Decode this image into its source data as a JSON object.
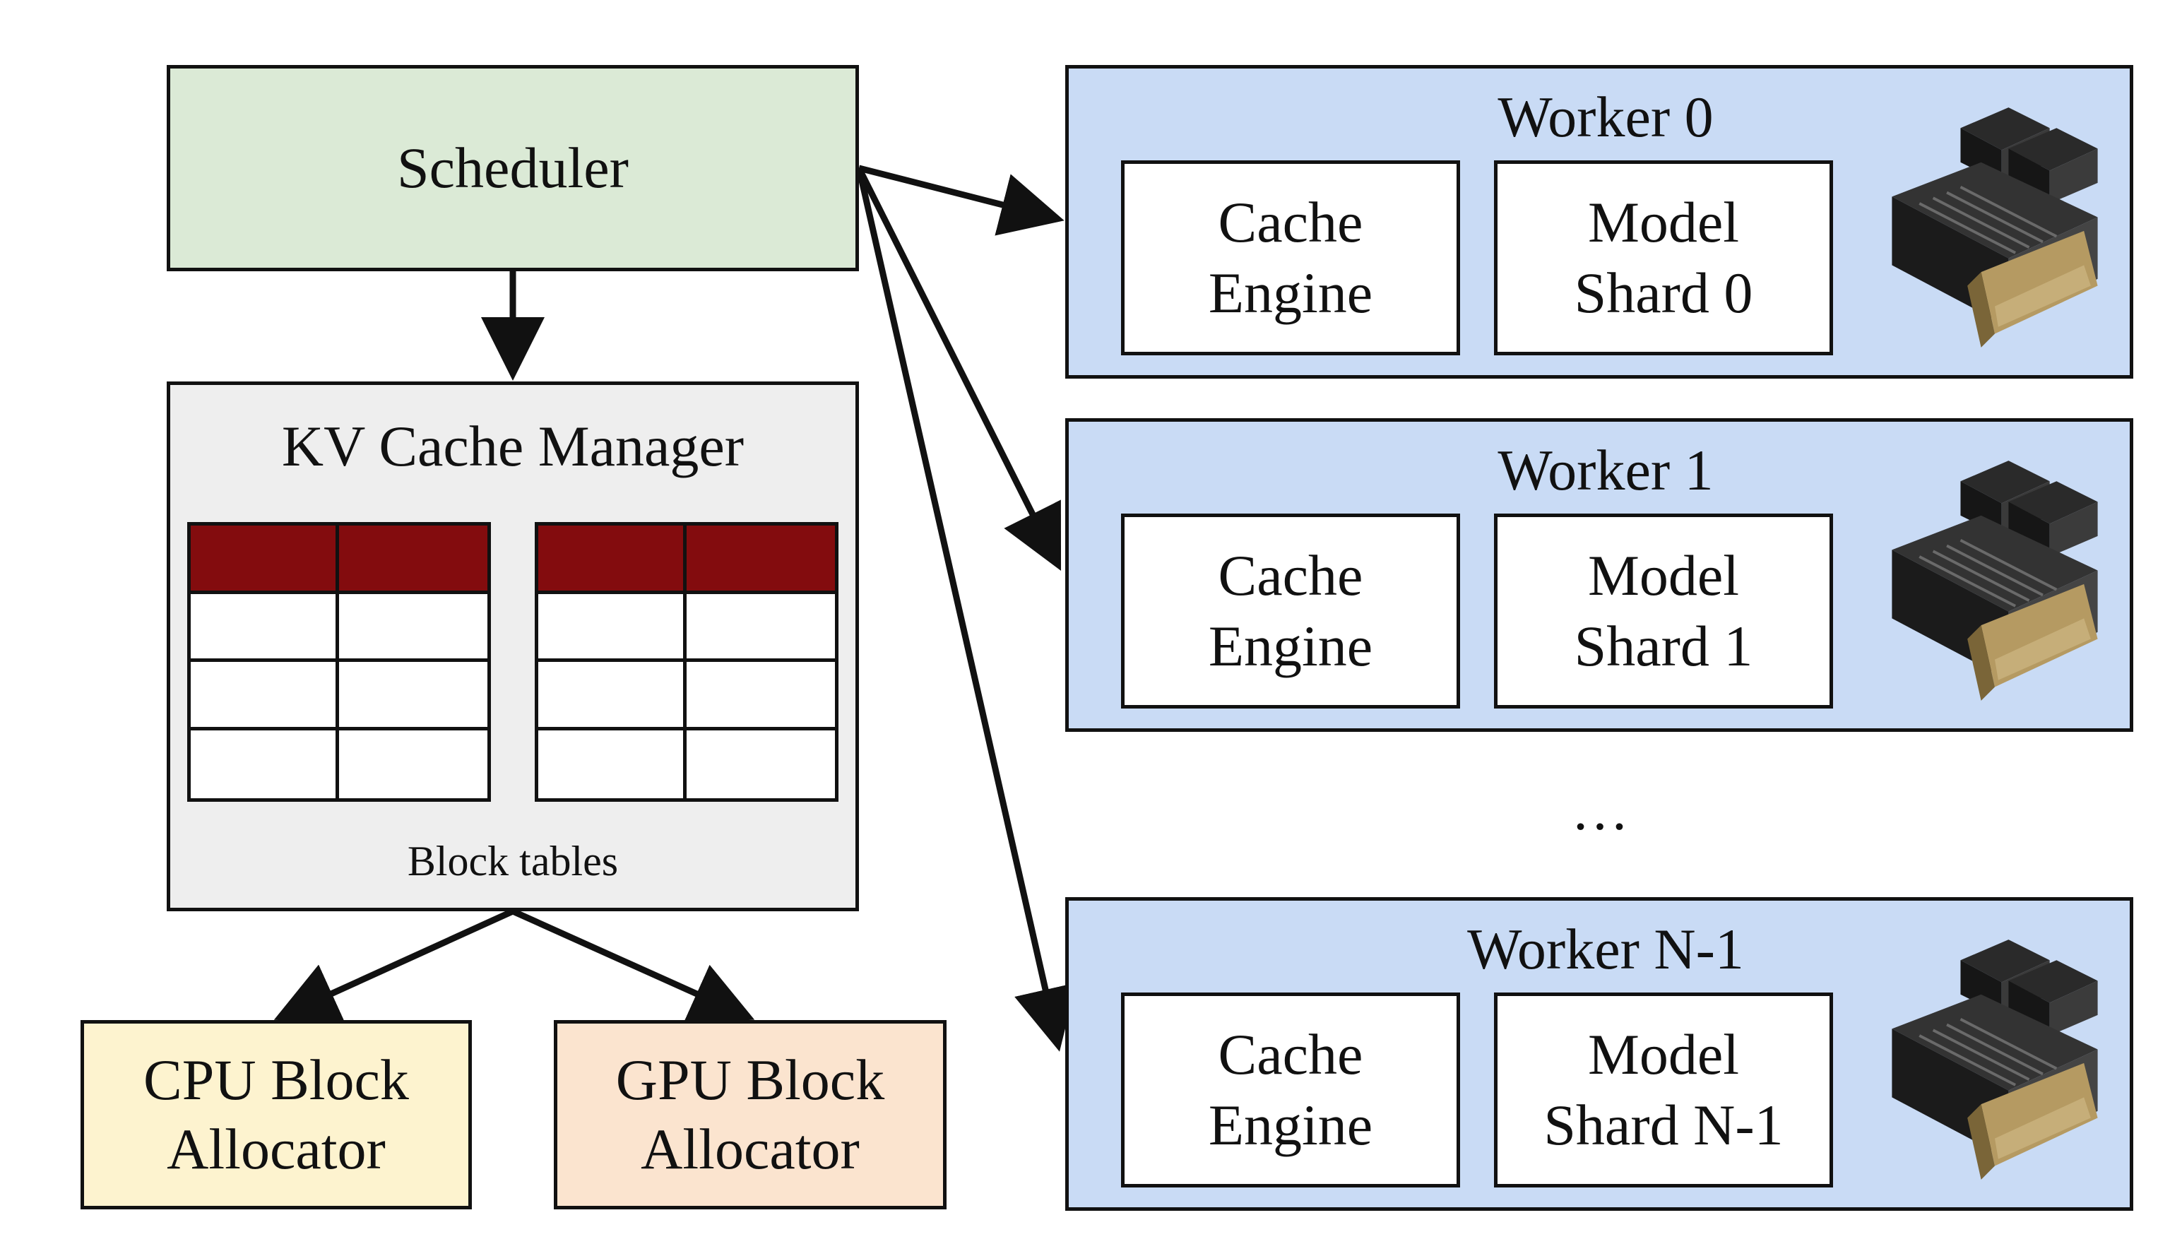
{
  "scheduler": {
    "label": "Scheduler"
  },
  "kv_cache_manager": {
    "title": "KV Cache Manager",
    "tables_label": "Block tables"
  },
  "allocators": [
    {
      "line1": "CPU Block",
      "line2": "Allocator",
      "color": "#fdf3cf"
    },
    {
      "line1": "GPU Block",
      "line2": "Allocator",
      "color": "#fbe4cf"
    }
  ],
  "workers": [
    {
      "title": "Worker 0",
      "cache_line1": "Cache",
      "cache_line2": "Engine",
      "shard_line1": "Model",
      "shard_line2": "Shard 0"
    },
    {
      "title": "Worker 1",
      "cache_line1": "Cache",
      "cache_line2": "Engine",
      "shard_line1": "Model",
      "shard_line2": "Shard 1"
    },
    {
      "title": "Worker N-1",
      "cache_line1": "Cache",
      "cache_line2": "Engine",
      "shard_line1": "Model",
      "shard_line2": "Shard N-1"
    }
  ],
  "ellipsis": "…",
  "colors": {
    "scheduler": "#dbead6",
    "kv_manager": "#eeeeee",
    "block_table_header": "#830c0e",
    "worker": "#c9dbf5"
  },
  "icons": {
    "gpu": "gpu-card-icon"
  }
}
